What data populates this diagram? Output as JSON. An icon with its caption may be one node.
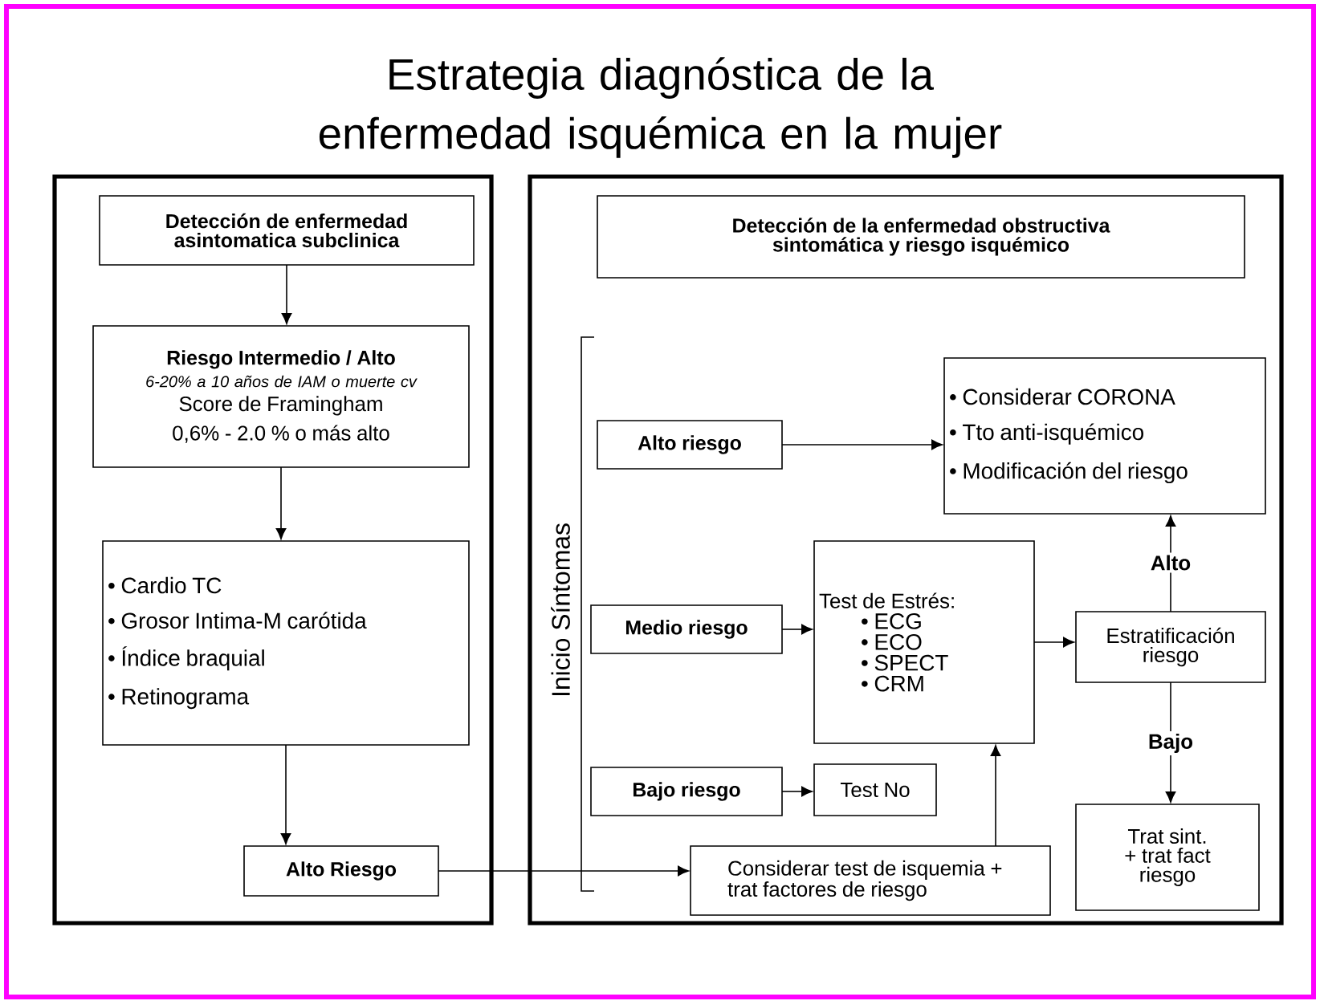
{
  "diagram": {
    "title": "Estrategia diagnóstica de la enfermedad isquémica en la mujer",
    "nodes": [
      {
        "text": [],
        "shape": "box"
      },
      {
        "text": [
          "Detección de enfermedad asintomatica subclinica"
        ],
        "in": 0
      },
      {
        "text": [
          "Riesgo Intermedio / Alto",
          "6-20% a 10 años de IAM o muerte cv",
          "Score de Framingham",
          "0,6% - 2.0 % o más alto"
        ],
        "in": 0
      },
      {
        "text": [
          "• Cardio TC",
          "• Grosor Intima-M carótida",
          "• Índice braquial",
          "• Retinograma"
        ],
        "in": 0
      },
      {
        "text": [
          "Alto Riesgo"
        ],
        "in": 0
      },
      {
        "text": [],
        "shape": "box"
      },
      {
        "text": [
          "Detección de la enfermedad obstructiva sintomática y riesgo isquémico"
        ],
        "in": 5
      },
      {
        "text": [
          "Alto riesgo"
        ],
        "in": 5
      },
      {
        "text": [
          "• Considerar CORONA",
          "• Tto anti-isquémico",
          "• Modificación del riesgo"
        ],
        "in": 5
      },
      {
        "text": [
          "Medio riesgo"
        ],
        "in": 5
      },
      {
        "text": [
          "Test de Estrés:",
          "• ECG",
          "• ECO",
          "• SPECT",
          "• CRM"
        ],
        "in": 5
      },
      {
        "text": [
          "Estratificación riesgo"
        ],
        "in": 5
      },
      {
        "text": [
          "Bajo  riesgo"
        ],
        "in": 5
      },
      {
        "text": [
          "Test No"
        ],
        "in": 5
      },
      {
        "text": [
          "Considerar test de isquemia + trat factores de riesgo"
        ],
        "in": 5
      },
      {
        "text": [
          "Trat sint. + trat fact riesgo"
        ],
        "in": 5
      }
    ],
    "edges": [
      {
        "from": 1,
        "to": 2,
        "arrow": "to"
      },
      {
        "from": 2,
        "to": 3,
        "arrow": "to"
      },
      {
        "from": 3,
        "to": 4,
        "arrow": "to"
      },
      {
        "from": 4,
        "to": 14,
        "arrow": "to"
      },
      {
        "from": 7,
        "to": 8,
        "arrow": "to"
      },
      {
        "from": 9,
        "to": 10,
        "arrow": "to"
      },
      {
        "from": 10,
        "to": 11,
        "arrow": "to"
      },
      {
        "from": 11,
        "to": 8,
        "arrow": "to",
        "label": "Alto"
      },
      {
        "from": 11,
        "to": 15,
        "arrow": "to",
        "label": "Bajo"
      },
      {
        "from": 12,
        "to": 13,
        "arrow": "to"
      },
      {
        "from": 14,
        "to": 10,
        "arrow": "to"
      }
    ],
    "labels": [
      "Inicio Síntomas"
    ]
  }
}
